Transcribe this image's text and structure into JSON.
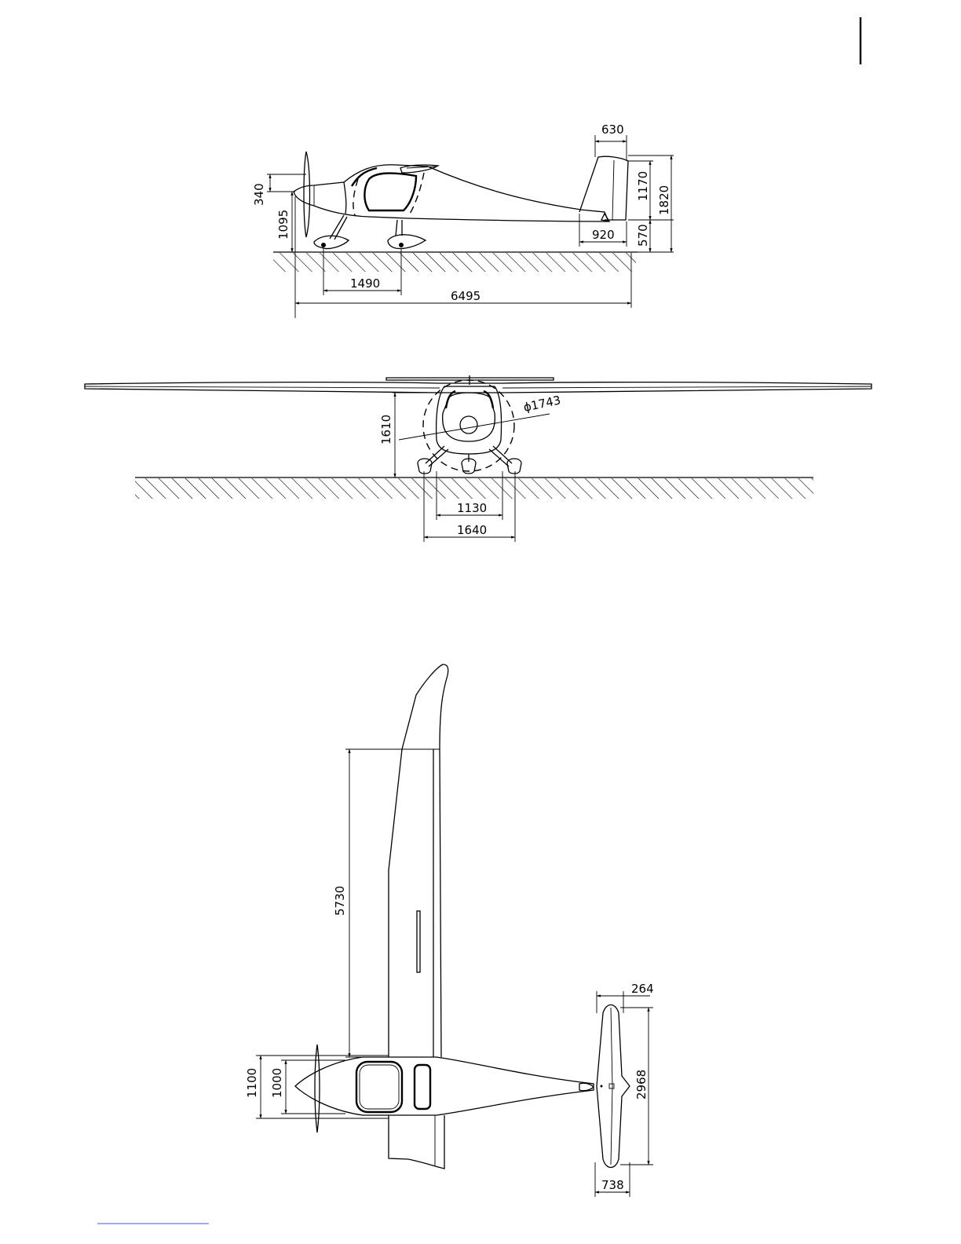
{
  "side_view": {
    "dims": {
      "d630": "630",
      "d1170": "1170",
      "d1820": "1820",
      "d340": "340",
      "d1095": "1095",
      "d920": "920",
      "d570": "570",
      "d1490": "1490",
      "d6495": "6495"
    }
  },
  "front_view": {
    "dims": {
      "d1610": "1610",
      "prop_diameter": "ϕ1743",
      "d1130": "1130",
      "d1640": "1640"
    }
  },
  "top_view": {
    "dims": {
      "d5730": "5730",
      "d264": "264",
      "d2968": "2968",
      "d1100": "1100",
      "d1000": "1000",
      "d738": "738"
    }
  }
}
